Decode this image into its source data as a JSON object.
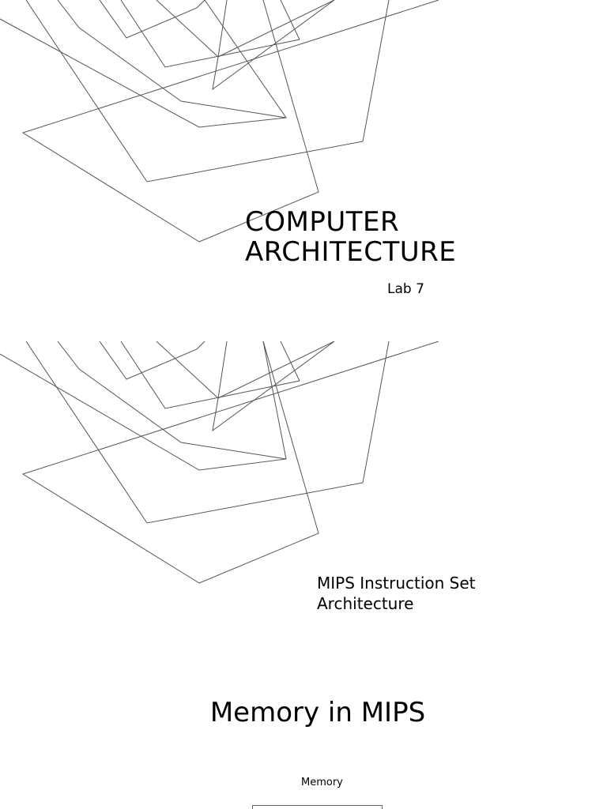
{
  "slides": [
    {
      "title_lines": [
        "COMPUTER",
        "ARCHITECTURE"
      ],
      "subtitle": "Lab 7"
    },
    {
      "title_lines": [
        "MIPS Instruction Set",
        "Architecture"
      ]
    },
    {
      "title": "Memory in MIPS",
      "diagram_label": "Memory"
    }
  ]
}
